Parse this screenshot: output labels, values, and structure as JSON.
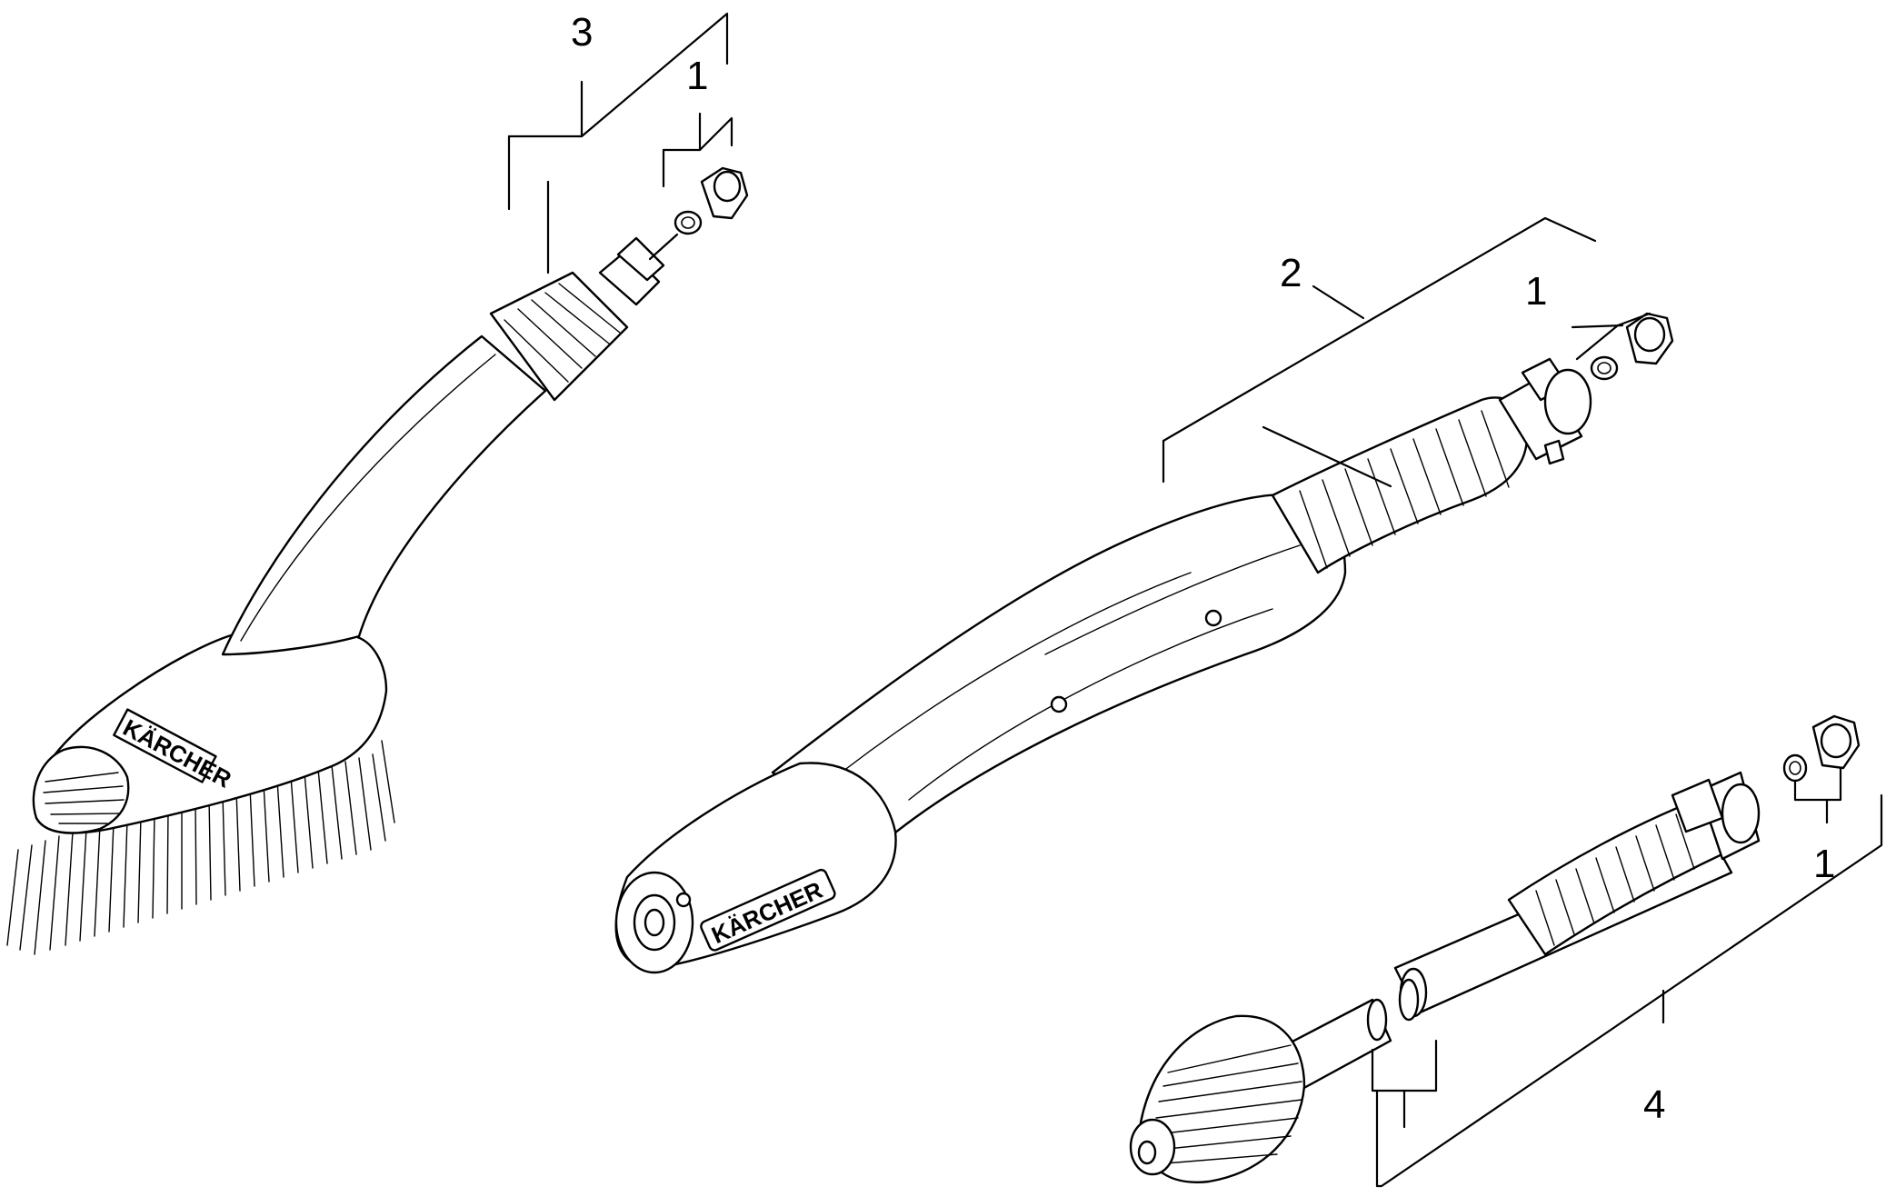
{
  "callouts": {
    "brush_assembly": "3",
    "brush_nozzle_fitting": "1",
    "lance_assembly": "2",
    "lance_nozzle_fitting": "1",
    "rotor_nozzle_fitting": "1",
    "rotor_assembly": "4"
  },
  "brand": {
    "brush_logo": "KÄRCHER",
    "lance_logo": "KÄRCHER"
  }
}
